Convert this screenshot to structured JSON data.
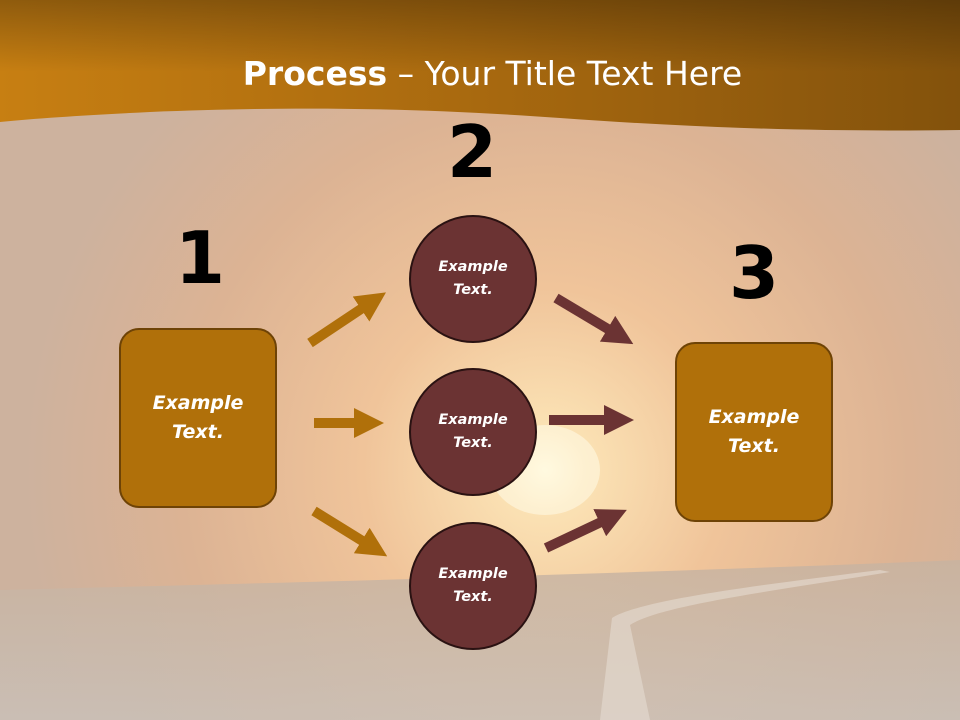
{
  "title": {
    "bold": "Process",
    "rest": " – Your Title Text Here"
  },
  "steps": {
    "one": "1",
    "two": "2",
    "three": "3"
  },
  "left_box": {
    "line1": "Example",
    "line2": "Text."
  },
  "right_box": {
    "line1": "Example",
    "line2": "Text."
  },
  "circles": [
    {
      "line1": "Example",
      "line2": "Text."
    },
    {
      "line1": "Example",
      "line2": "Text."
    },
    {
      "line1": "Example",
      "line2": "Text."
    }
  ],
  "colors": {
    "header": "#a86a0e",
    "box_fill": "#b0700a",
    "circle_fill": "#6b3333",
    "arrow_gold": "#b0700a",
    "arrow_maroon": "#6b3333"
  }
}
